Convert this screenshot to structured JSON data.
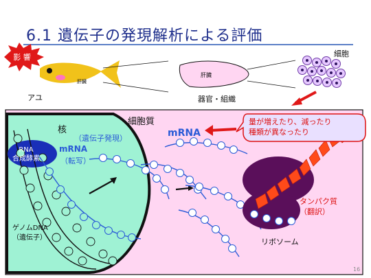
{
  "slide": {
    "title": "6.1 遺伝子の発現解析による評価",
    "page_number": "16"
  },
  "top_row": {
    "impact_label": "影 響",
    "fish_label": "アユ",
    "liver_label_fish": "肝臓",
    "organ_tissue_label": "器官・組織",
    "organ_label": "肝臓",
    "cells_label": "細胞"
  },
  "cell_diagram": {
    "cytoplasm_label": "細胞質",
    "nucleus_label": "核",
    "gene_expression_label": "（遺伝子発現）",
    "mrna_inner_label": "mRNA",
    "transcription_label": "（転写）",
    "rna_polymerase_label": "RNA\n合成酵素",
    "genome_label": "ゲノムDNA\n（遺伝子）",
    "mrna_outer_label": "mRNA",
    "callout_text": "量が増えたり、減ったり\n種類が異なったり",
    "protein_label": "タンパク質\n（翻訳）",
    "ribosome_label": "リボソーム"
  },
  "colors": {
    "title": "#1f2f8c",
    "cytoplasm_fill": "#ffd6f2",
    "nucleus_fill": "#9ff2d4",
    "mrna": "#2a5bd7",
    "impact_burst": "#e01818",
    "fish": "#f1c21a",
    "ribosome": "#5a0f5a",
    "protein": "#ff4a1a",
    "callout_fill": "#e9e0ff",
    "callout_border": "#d11"
  }
}
